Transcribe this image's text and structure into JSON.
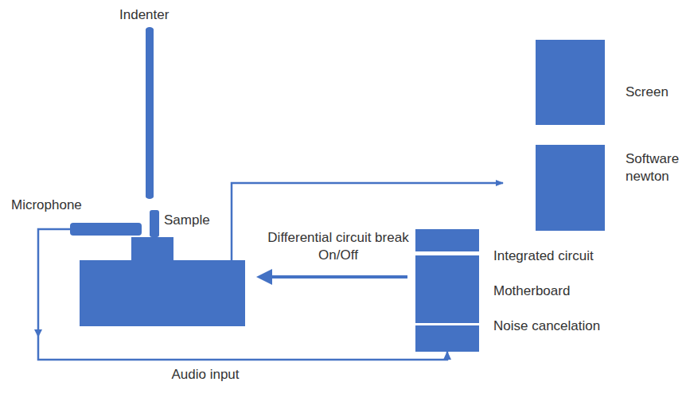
{
  "diagram": {
    "nodes": [
      {
        "text": [
          "Indenter"
        ]
      },
      {
        "text": [
          "Sample"
        ]
      },
      {
        "text": [
          "Microphone"
        ]
      },
      {
        "text": [
          "Screen"
        ]
      },
      {
        "text": [
          "Software newton"
        ]
      },
      {
        "text": [
          "Integrated circuit"
        ]
      },
      {
        "text": [
          "Motherboard"
        ]
      },
      {
        "text": [
          "Noise cancelation"
        ]
      }
    ],
    "edges": [
      {
        "from": 2,
        "to": 7,
        "label": "Audio input",
        "arrow": "to"
      }
    ],
    "labels": [
      "Differential circuit break On/Off"
    ]
  }
}
